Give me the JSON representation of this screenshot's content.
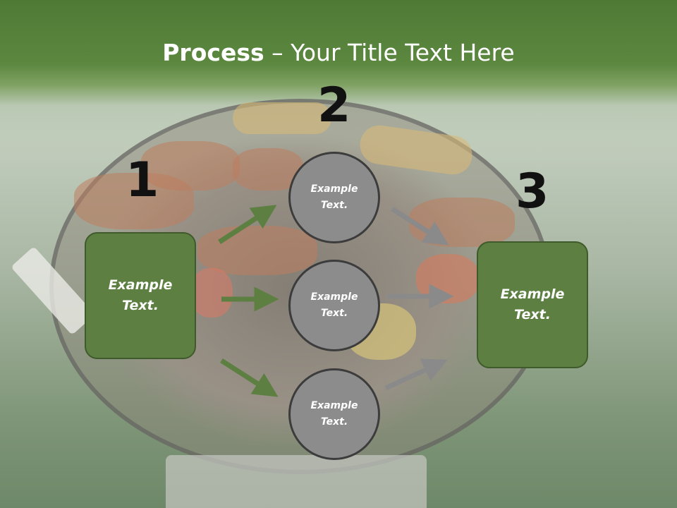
{
  "title": {
    "bold": "Process",
    "rest": " – Your Title Text Here"
  },
  "steps": {
    "one": "1",
    "two": "2",
    "three": "3"
  },
  "boxes": {
    "left": "Example Text.",
    "right": "Example Text."
  },
  "circles": {
    "top": "Example Text.",
    "middle": "Example Text.",
    "bottom": "Example Text."
  },
  "colors": {
    "box_fill": "#5d7f41",
    "circle_fill": "#8c8c8c",
    "green_arrow": "#5d7f41",
    "gray_arrow": "#8a8a8a",
    "title_bar": "#4e7a36"
  }
}
